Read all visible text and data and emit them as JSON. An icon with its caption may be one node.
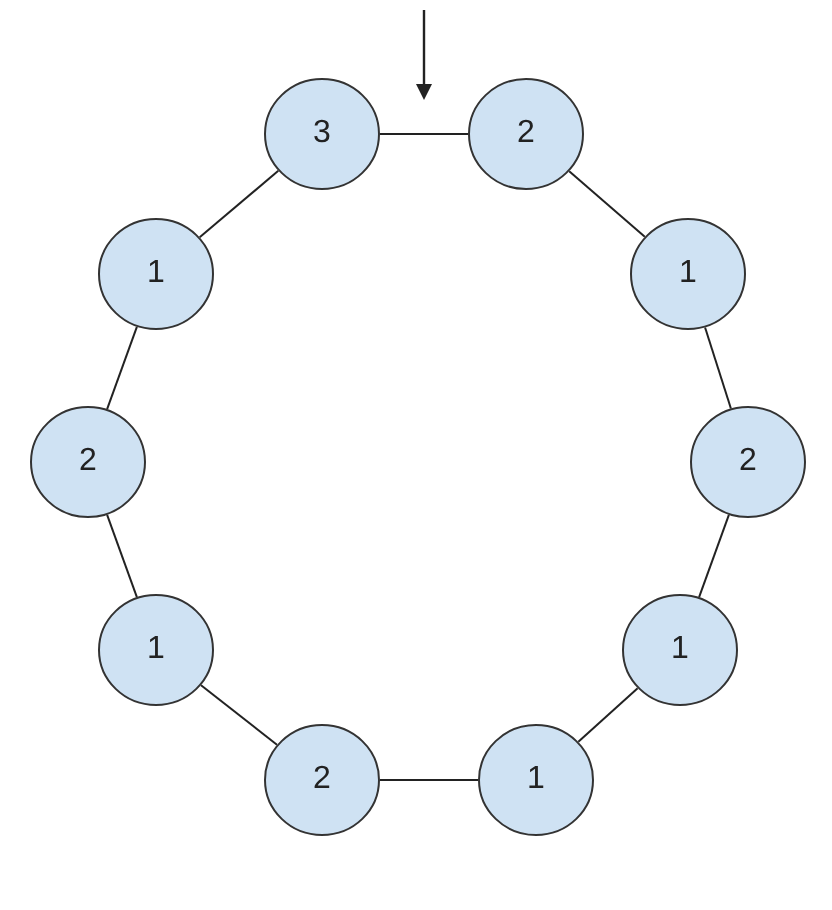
{
  "diagram": {
    "nodes": [
      {
        "text": [
          "3"
        ]
      },
      {
        "text": [
          "2"
        ]
      },
      {
        "text": [
          "1"
        ]
      },
      {
        "text": [
          "1"
        ]
      },
      {
        "text": [
          "2"
        ]
      },
      {
        "text": [
          "2"
        ]
      },
      {
        "text": [
          "1"
        ]
      },
      {
        "text": [
          "1"
        ]
      },
      {
        "text": [
          "2"
        ]
      },
      {
        "text": [
          "1"
        ]
      }
    ],
    "edges": [
      {
        "from": 0,
        "to": 1,
        "arrow": "none"
      },
      {
        "from": 1,
        "to": 3,
        "arrow": "none"
      },
      {
        "from": 3,
        "to": 5,
        "arrow": "none"
      },
      {
        "from": 5,
        "to": 7,
        "arrow": "none"
      },
      {
        "from": 7,
        "to": 9,
        "arrow": "none"
      },
      {
        "from": 9,
        "to": 8,
        "arrow": "none"
      },
      {
        "from": 8,
        "to": 6,
        "arrow": "none"
      },
      {
        "from": 6,
        "to": 4,
        "arrow": "none"
      },
      {
        "from": 4,
        "to": 2,
        "arrow": "none"
      },
      {
        "from": 2,
        "to": 0,
        "arrow": "none"
      }
    ]
  }
}
